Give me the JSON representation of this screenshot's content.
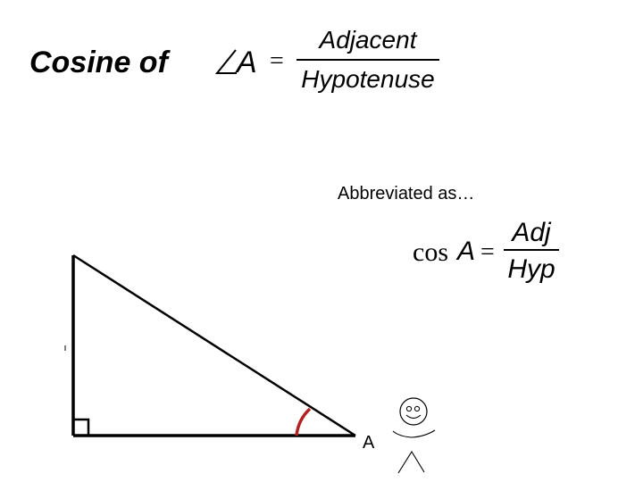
{
  "title": {
    "label": "Cosine of",
    "angle_letter": "A",
    "equals": "=",
    "numerator": "Adjacent",
    "denominator": "Hypotenuse"
  },
  "abbreviation": {
    "caption": "Abbreviated as…",
    "function": "cos",
    "angle_letter": "A",
    "equals": "=",
    "numerator": "Adj",
    "denominator": "Hyp"
  },
  "triangle": {
    "vertex_label": "A",
    "angle_arc_color": "#b22222",
    "line_color": "#000000"
  },
  "figure": {
    "icon": "stick-figure-icon"
  }
}
